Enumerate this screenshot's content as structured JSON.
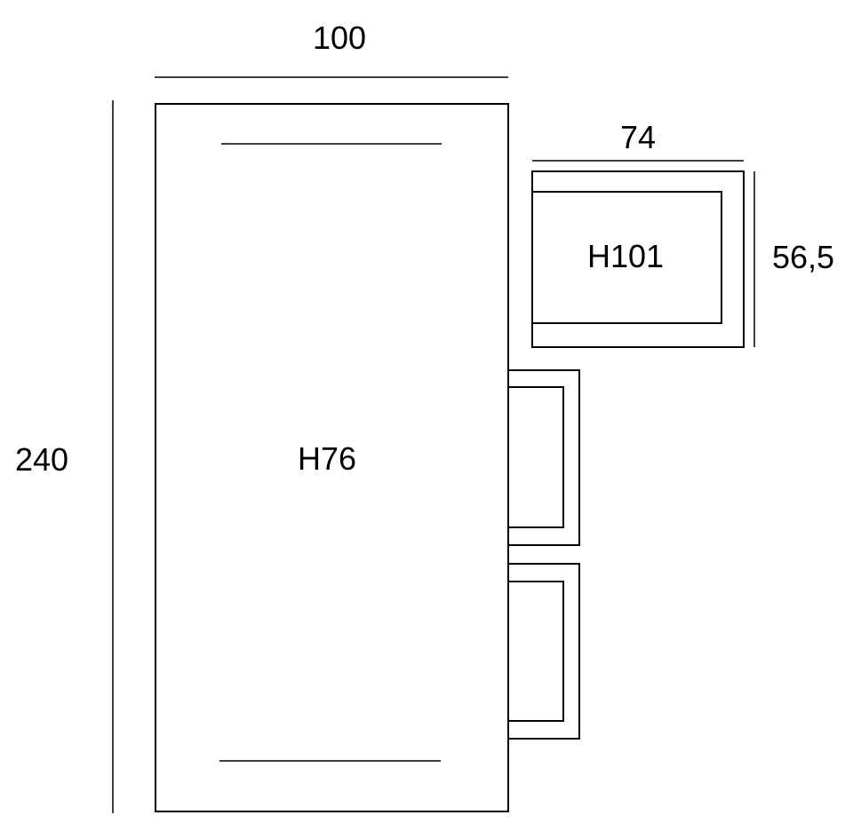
{
  "colors": {
    "line": "#000000",
    "background": "#ffffff"
  },
  "dimensions": {
    "table_width": "100",
    "table_length": "240",
    "chair_width": "74",
    "chair_depth": "56,5"
  },
  "labels": {
    "table_height": "H76",
    "chair_height": "H101"
  }
}
